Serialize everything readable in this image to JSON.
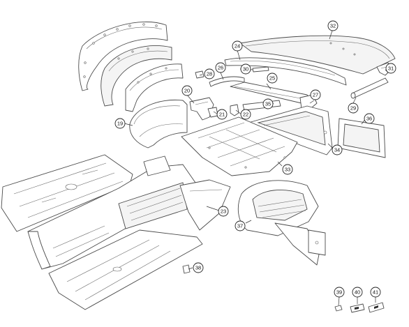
{
  "callouts": {
    "c19": "19",
    "c20": "20",
    "c21": "21",
    "c22": "22",
    "c23": "23",
    "c24": "24",
    "c25": "25",
    "c26": "26",
    "c27": "27",
    "c28": "28",
    "c29": "29",
    "c30": "30",
    "c31": "31",
    "c32": "32",
    "c33": "33",
    "c34": "34",
    "c35": "35",
    "c36": "36",
    "c37": "37",
    "c38": "38",
    "c39": "39",
    "c40": "40",
    "c41": "41"
  }
}
